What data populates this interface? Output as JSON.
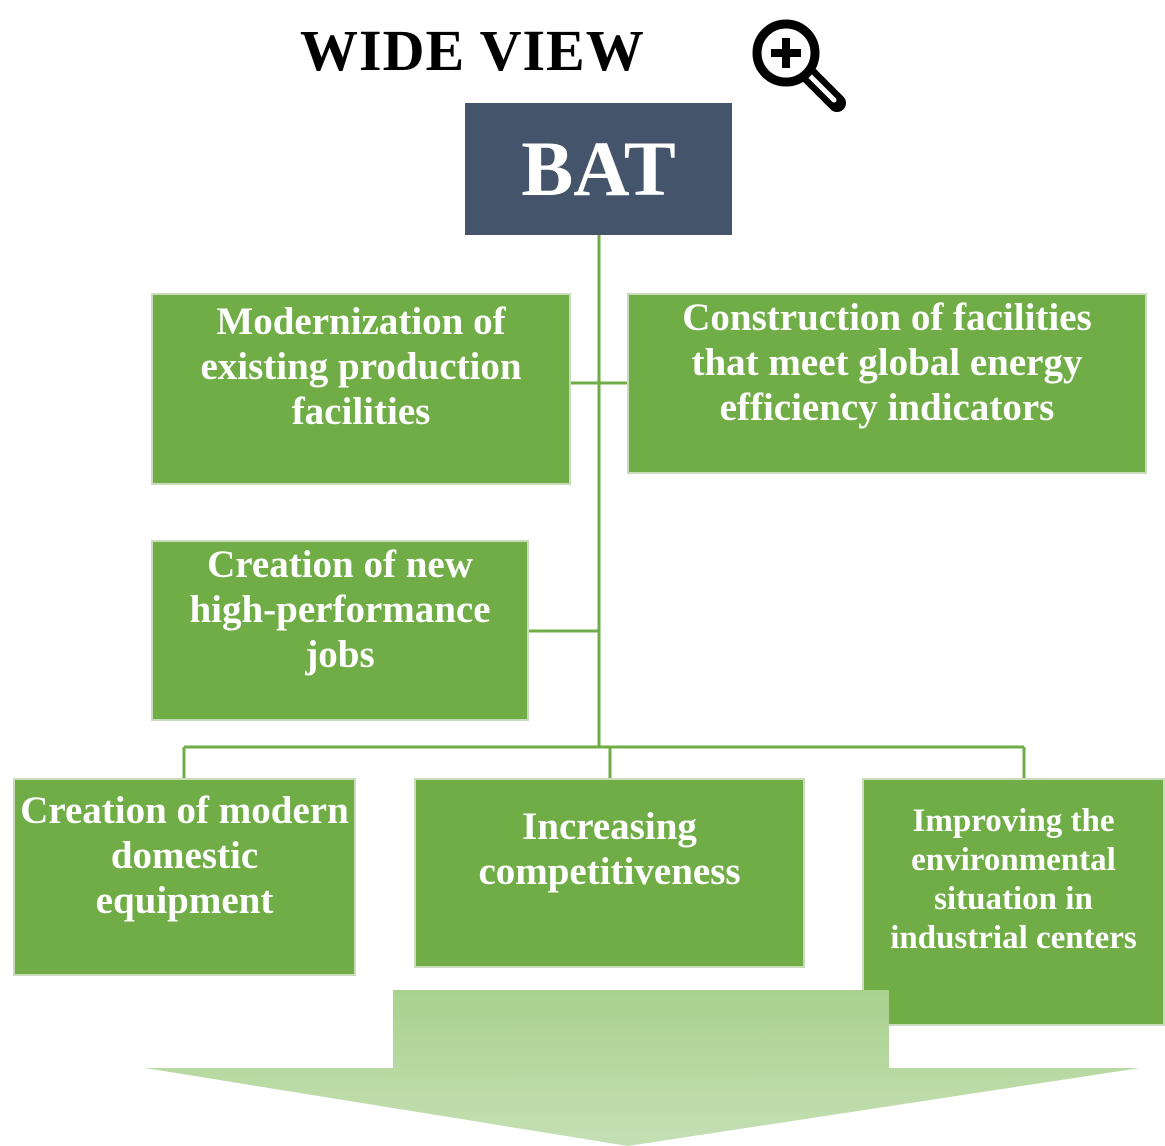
{
  "header": {
    "title": "WIDE VIEW",
    "zoom_icon": "zoom-in-icon"
  },
  "root": {
    "label": "BAT"
  },
  "nodes": {
    "modernization": "Modernization of existing production facilities",
    "construction": "Construction of facilities that meet global energy efficiency indicators",
    "jobs": "Creation of new high-performance jobs",
    "equipment": "Creation of modern domestic equipment",
    "competitiveness": "Increasing competitiveness",
    "environment": "Improving the environmental situation in industrial centers"
  },
  "colors": {
    "root_fill": "#44546a",
    "node_fill": "#70ad47",
    "connector": "#70ad47",
    "arrow_top": "#a9d18e",
    "arrow_bottom": "#c5e0b4"
  },
  "arrow": {
    "icon": "down-arrow-shape"
  }
}
